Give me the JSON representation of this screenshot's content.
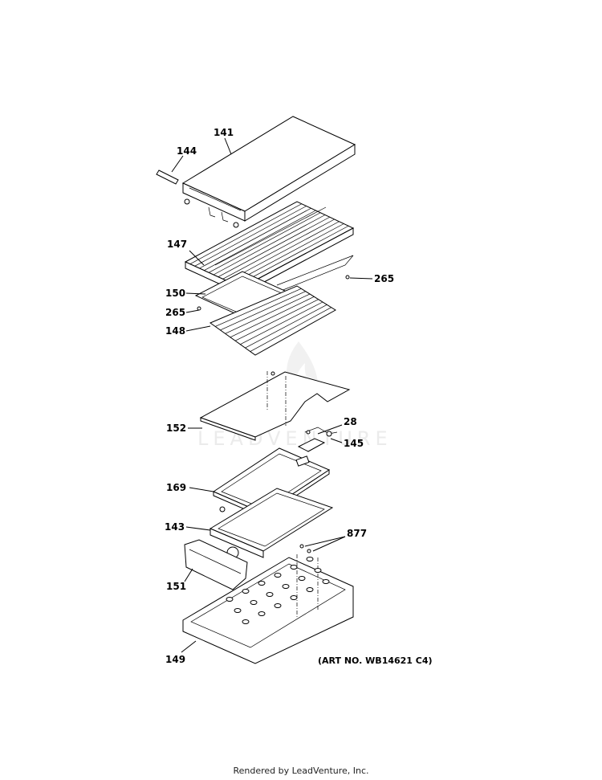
{
  "labels": {
    "p141": "141",
    "p144": "144",
    "p147": "147",
    "p265a": "265",
    "p150": "150",
    "p265b": "265",
    "p148": "148",
    "p152": "152",
    "p28": "28",
    "p145": "145",
    "p169": "169",
    "p143": "143",
    "p877": "877",
    "p151": "151",
    "p149": "149"
  },
  "art_number": "(ART NO. WB14621 C4)",
  "footer": "Rendered by LeadVenture, Inc.",
  "watermark": {
    "text": "LEADVENTURE",
    "logo_icon": "flame-logo-icon"
  },
  "colors": {
    "line": "#000000",
    "background": "#ffffff",
    "watermark": "#ebebeb"
  }
}
